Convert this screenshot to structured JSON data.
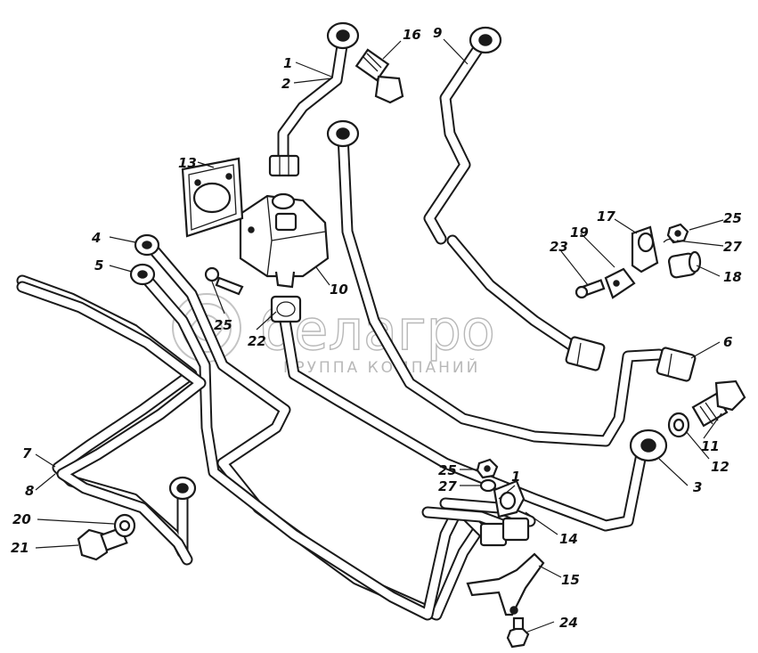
{
  "watermark": {
    "brand": "белагро",
    "subtitle": "ГРУППА КОМПАНИЙ"
  },
  "callouts": {
    "c1": "1",
    "c2": "2",
    "c3": "3",
    "c4": "4",
    "c5": "5",
    "c6": "6",
    "c7": "7",
    "c8": "8",
    "c9": "9",
    "c10": "10",
    "c11": "11",
    "c12": "12",
    "c13": "13",
    "c14": "14",
    "c15": "15",
    "c16": "16",
    "c17": "17",
    "c18": "18",
    "c19": "19",
    "c20": "20",
    "c21": "21",
    "c22": "22",
    "c23": "23",
    "c24": "24",
    "c25a": "25",
    "c25b": "25",
    "c25c": "25",
    "c27a": "27",
    "c27b": "27",
    "c1b": "1"
  }
}
